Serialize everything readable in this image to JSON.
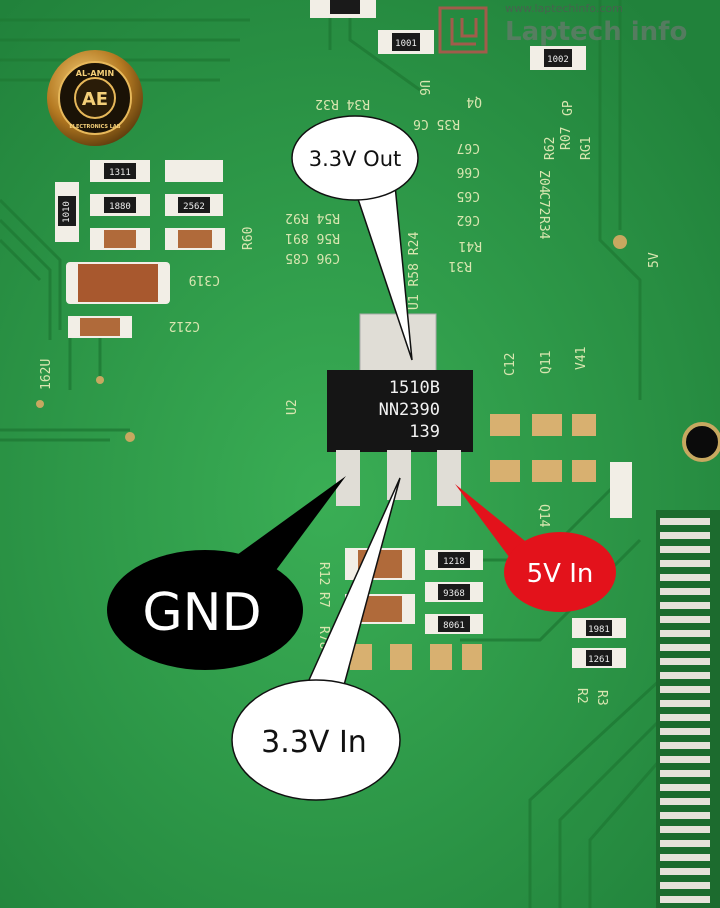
{
  "watermark": {
    "url": "www.laptechinfo.com",
    "brand": "Laptech info"
  },
  "logo": {
    "top": "AL-AMIN",
    "bottom": "ELECTRONICS LAB",
    "mark": "AE"
  },
  "chip": {
    "line1": "1510B",
    "line2": "NN2390",
    "line3": "139",
    "designator": "U2"
  },
  "callouts": {
    "out": "3.3V Out",
    "gnd": "GND",
    "vin5": "5V In",
    "vin33": "3.3V In"
  },
  "colors": {
    "board": "#2f9a48",
    "callout_white": "#ffffff",
    "callout_black": "#000000",
    "callout_red": "#e3121b"
  },
  "silkscreen": [
    "U6",
    "Q4",
    "R34 R32",
    "R35 C6",
    "C67",
    "C66",
    "C65",
    "C62",
    "R41",
    "R31",
    "U1 R58 R24",
    "R54 R92",
    "R56 891",
    "C96 C85",
    "R60",
    "C319",
    "C212",
    "162U",
    "C12",
    "Q11",
    "V41",
    "5V",
    "Q14",
    "R12",
    "R7",
    "R78",
    "R2",
    "R3",
    "R62",
    "R07",
    "GP",
    "RG1",
    "Z04",
    "C72",
    "R34"
  ],
  "resistor_codes": [
    "1001",
    "1002",
    "1311",
    "1880",
    "2562",
    "1010",
    "1218",
    "9368",
    "8061",
    "1981",
    "1261"
  ]
}
